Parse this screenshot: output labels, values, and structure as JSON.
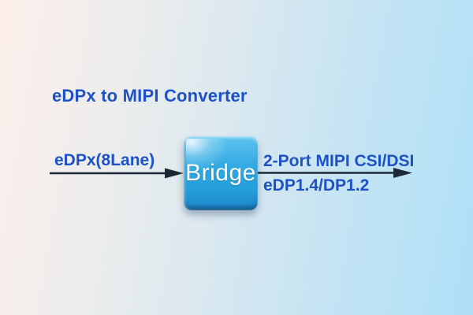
{
  "diagram": {
    "title": "eDPx to MIPI Converter",
    "node": {
      "label": "Bridge"
    },
    "input": {
      "label": "eDPx(8Lane)"
    },
    "output": {
      "label_top": "2-Port MIPI CSI/DSI",
      "label_bottom": "eDP1.4/DP1.2"
    },
    "icons": {
      "input_arrow": "right-arrow-icon",
      "output_arrow": "right-arrow-icon"
    },
    "colors": {
      "background_left": "#fdefeb",
      "background_mid": "#dde9ef",
      "background_right": "#aedff7",
      "title_text": "#1d52c6",
      "flow_label_text": "#1d52c6",
      "node_gradient_top": "#5ec5f0",
      "node_gradient_bottom": "#1e8ccd",
      "node_text": "#ffffff",
      "arrow_stroke": "#1d2836"
    }
  }
}
